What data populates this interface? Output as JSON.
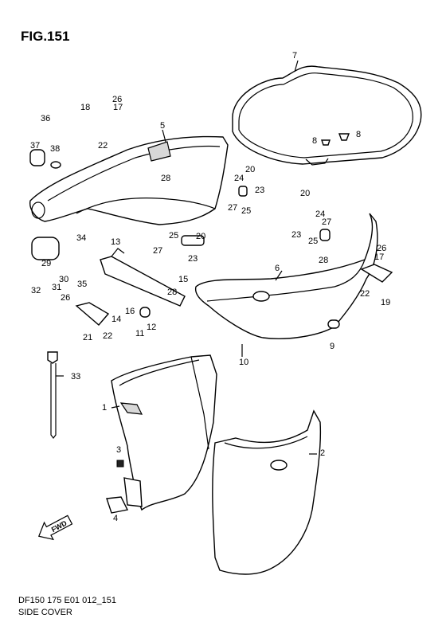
{
  "figure": {
    "title": "FIG.151",
    "code": "DF150 175 E01 012_151",
    "name": "SIDE COVER",
    "fwd_label": "FWD"
  },
  "callouts": [
    "1",
    "2",
    "3",
    "4",
    "5",
    "6",
    "7",
    "8",
    "8",
    "9",
    "10",
    "11",
    "12",
    "13",
    "14",
    "15",
    "16",
    "17",
    "17",
    "18",
    "19",
    "20",
    "20",
    "20",
    "21",
    "22",
    "22",
    "22",
    "23",
    "23",
    "23",
    "24",
    "24",
    "25",
    "25",
    "25",
    "26",
    "26",
    "26",
    "27",
    "27",
    "27",
    "28",
    "28",
    "28",
    "29",
    "30",
    "31",
    "32",
    "33",
    "34",
    "35",
    "36",
    "37",
    "38"
  ]
}
